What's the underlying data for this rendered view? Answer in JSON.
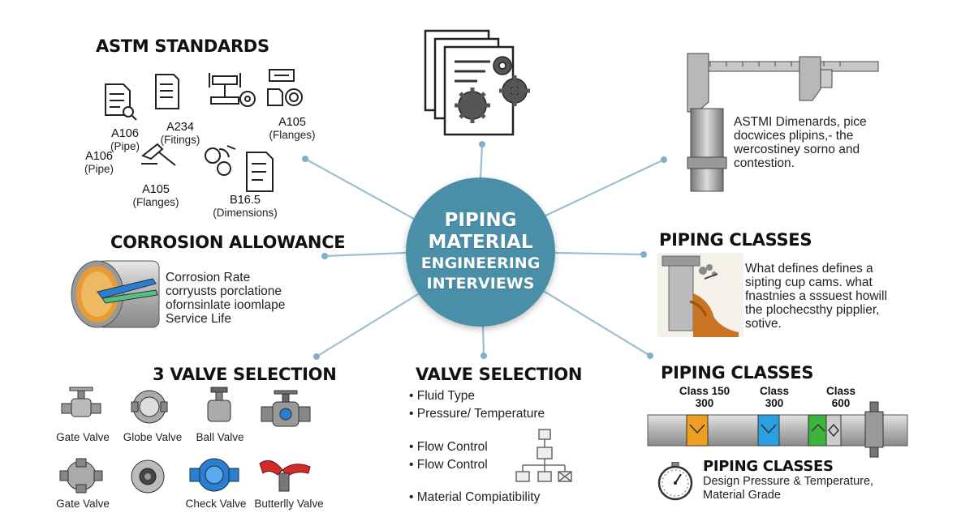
{
  "hub": {
    "lines": [
      "PIPING",
      "MATERIAL",
      "ENGINEERING",
      "INTERVIEWS"
    ]
  },
  "astm": {
    "heading": "ASTM STANDARDS",
    "items": [
      {
        "code": "A106",
        "desc": "(Pipe)"
      },
      {
        "code": "A234",
        "desc": "(Fitings)"
      },
      {
        "code": "A105",
        "desc": "(Flanges)"
      },
      {
        "code": "A106",
        "desc": "(Pipe)"
      },
      {
        "code": "A105",
        "desc": "(Flanges)"
      },
      {
        "code": "B16.5",
        "desc": "(Dimensions)"
      }
    ]
  },
  "dimensions": {
    "lines": [
      "ASTMI Dimenards, pice",
      "docwices plipins,- the",
      "wercostiney sorno and",
      "contestion."
    ]
  },
  "corrosion": {
    "heading": "CORROSION ALLOWANCE",
    "lines": [
      "Corrosion Rate",
      "corryusts porclatione",
      "ofornsinlate ioomlape",
      "Service Life"
    ]
  },
  "piping_classes_1": {
    "heading": "PIPING CLASSES",
    "lines": [
      "What defines defines a",
      "sipting cup cams. what",
      "fnastnies a sssuest howill",
      "the plochecsthy pipplier,",
      "sotive."
    ]
  },
  "valve_selection_left": {
    "heading": "3 VALVE SELECTION",
    "valves": [
      "Gate Valve",
      "Globe Valve",
      "Ball Valve",
      "Gate Valve",
      "Check Valve",
      "Butterlly Valve"
    ]
  },
  "valve_selection_center": {
    "heading": "VALVE SELECTION",
    "bullets_top": [
      "Fluid Type",
      "Pressure/ Temperature"
    ],
    "bullets_mid": [
      "Flow Control",
      "Flow Control"
    ],
    "bullets_bottom": [
      "Material Compiatibility"
    ]
  },
  "piping_classes_2": {
    "heading": "PIPING CLASSES",
    "class_labels": [
      {
        "line1": "Class 150",
        "line2": "300"
      },
      {
        "line1": "Class",
        "line2": "300"
      },
      {
        "line1": "Class",
        "line2": "600"
      }
    ],
    "sub_heading": "PIPING CLASSES",
    "sub_lines": [
      "Design Pressure & Temperature,",
      "Material Grade"
    ]
  },
  "colors": {
    "hub": "#4a8fa8",
    "connector": "#9bbfd0",
    "class_orange": "#f0a020",
    "class_blue": "#2aa0e0",
    "class_green": "#3cb43c",
    "valve_blue": "#2a7fd0",
    "valve_red": "#d42a2a"
  }
}
